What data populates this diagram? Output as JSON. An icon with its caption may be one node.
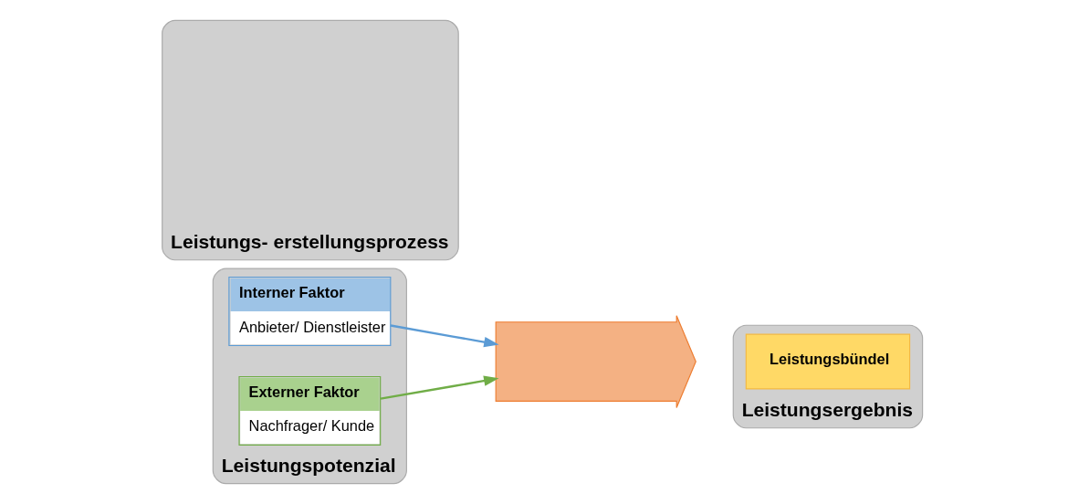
{
  "diagram": {
    "nodes": [
      {
        "text": [
          "Leistungspotenzial"
        ]
      },
      {
        "text": [
          "Interner Faktor",
          "Anbieter/ Dienstleister"
        ],
        "in": 0
      },
      {
        "text": [
          "Externer Faktor",
          "Nachfrager/ Kunde"
        ],
        "in": 0
      },
      {
        "text": [
          "Leistungs- erstellungsprozess"
        ]
      },
      {
        "text": [],
        "shape": "arrow"
      },
      {
        "text": [
          "Leistungsergebnis"
        ]
      },
      {
        "text": [
          "Leistungsbündel"
        ],
        "in": 5
      }
    ],
    "edges": [
      {
        "from": 1,
        "to": 4,
        "arrow": "to",
        "color": "#5b9bd5"
      },
      {
        "from": 2,
        "to": 4,
        "arrow": "to",
        "color": "#70ad47"
      }
    ]
  }
}
